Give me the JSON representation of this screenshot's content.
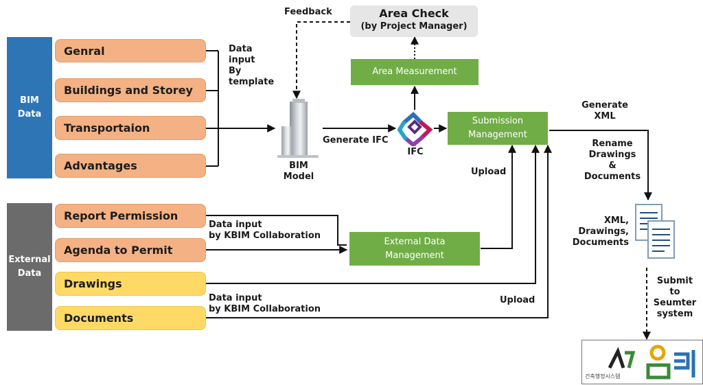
{
  "categories": {
    "bim": "BIM\nData",
    "external": "External\nData"
  },
  "bim_items": [
    "Genral",
    "Buildings and Storey",
    "Transportaion",
    "Advantages"
  ],
  "external_items": [
    "Report Permission",
    "Agenda to Permit",
    "Drawings",
    "Documents"
  ],
  "labels": {
    "template": "Data\ninput\nBy\ntemplate",
    "bim_model": "BIM\nModel",
    "feedback": "Feedback",
    "generate_ifc": "Generate IFC",
    "ifc": "IFC",
    "kbim_1": "Data input\nby KBIM Collaboration",
    "kbim_2": "Data input\nby KBIM Collaboration",
    "upload_1": "Upload",
    "upload_2": "Upload",
    "generate_xml": "Generate\nXML",
    "rename": "Rename\nDrawings &\nDocuments",
    "xml_docs": "XML,\nDrawings,\nDocuments",
    "submit": "Submit to\nSeumter\nsystem"
  },
  "area_check": {
    "title": "Area Check",
    "subtitle": "(by Project Manager)"
  },
  "process": {
    "area_measurement": "Area Measurement",
    "submission": "Submission\nManagement",
    "external": "External Data\nManagement"
  },
  "seumter": {
    "caption": "건축행정시스템"
  },
  "colors": {
    "bim_blue": "#2e75b6",
    "external_gray": "#6b6b6b",
    "item_orange": "#f4b183",
    "item_yellow": "#ffd966",
    "process_green": "#70ad47",
    "check_gray": "#e6e6e6"
  },
  "icons": {
    "ifc_logo": "ifc-logo-icon",
    "bim_model": "building-icon",
    "documents": "documents-icon",
    "seumter": "seumter-logo-icon"
  }
}
